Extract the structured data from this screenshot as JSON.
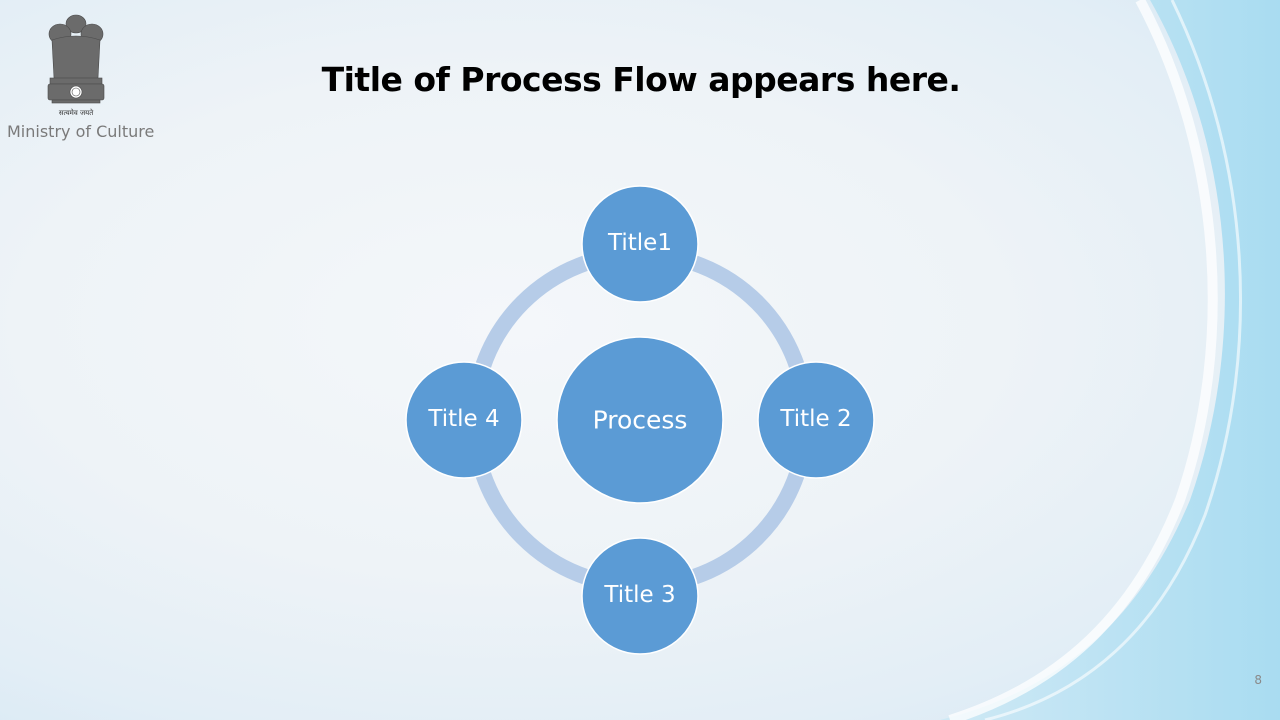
{
  "header": {
    "organization": "Ministry of Culture",
    "emblem_motto": "सत्यमेव जयते"
  },
  "slide": {
    "title": "Title of Process Flow appears here.",
    "page_number": "8"
  },
  "diagram": {
    "center": "Process",
    "nodes": [
      "Title1",
      "Title 2",
      "Title 3",
      "Title 4"
    ]
  },
  "colors": {
    "node_fill": "#5b9bd5",
    "ring": "#b6cce8",
    "node_stroke": "#ffffff"
  }
}
